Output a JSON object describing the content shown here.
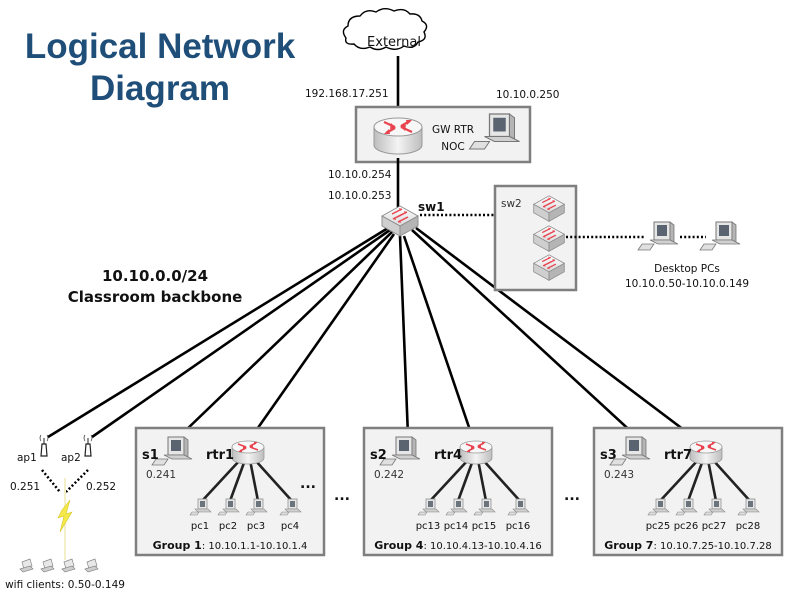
{
  "title": {
    "line1": "Logical Network",
    "line2": "Diagram"
  },
  "external": {
    "label": "External",
    "ip": "192.168.17.251"
  },
  "gateway": {
    "router_label": "GW RTR",
    "noc_label": "NOC",
    "noc_ip": "10.10.0.250",
    "inside_ip": "10.10.0.254"
  },
  "sw1": {
    "label": "sw1",
    "ip": "10.10.0.253"
  },
  "sw2": {
    "label": "sw2"
  },
  "desktops": {
    "label": "Desktop PCs",
    "range": "10.10.0.50-10.10.0.149"
  },
  "backbone": {
    "subnet": "10.10.0.0/24",
    "name": "Classroom backbone"
  },
  "wifi": {
    "ap1": {
      "label": "ap1",
      "ip": "0.251"
    },
    "ap2": {
      "label": "ap2",
      "ip": "0.252"
    },
    "clients": "wifi clients: 0.50-0.149"
  },
  "ellipsis": "...",
  "groups": [
    {
      "server": "s1",
      "server_ip": "0.241",
      "router": "rtr1",
      "pcs": [
        "pc1",
        "pc2",
        "pc3",
        "pc4"
      ],
      "name": "Group 1",
      "range": ": 10.10.1.1-10.10.1.4",
      "show_inner_ellipsis": true
    },
    {
      "server": "s2",
      "server_ip": "0.242",
      "router": "rtr4",
      "pcs": [
        "pc13",
        "pc14",
        "pc15",
        "pc16"
      ],
      "name": "Group 4",
      "range": ": 10.10.4.13-10.10.4.16"
    },
    {
      "server": "s3",
      "server_ip": "0.243",
      "router": "rtr7",
      "pcs": [
        "pc25",
        "pc26",
        "pc27",
        "pc28"
      ],
      "name": "Group 7",
      "range": ": 10.10.7.25-10.10.7.28"
    }
  ],
  "colors": {
    "title": "#1f4e79",
    "device_arrow": "#e8434f",
    "box_fill": "#f2f2f2",
    "box_stroke": "#7f7f7f",
    "lightning": "#f5e94a"
  }
}
